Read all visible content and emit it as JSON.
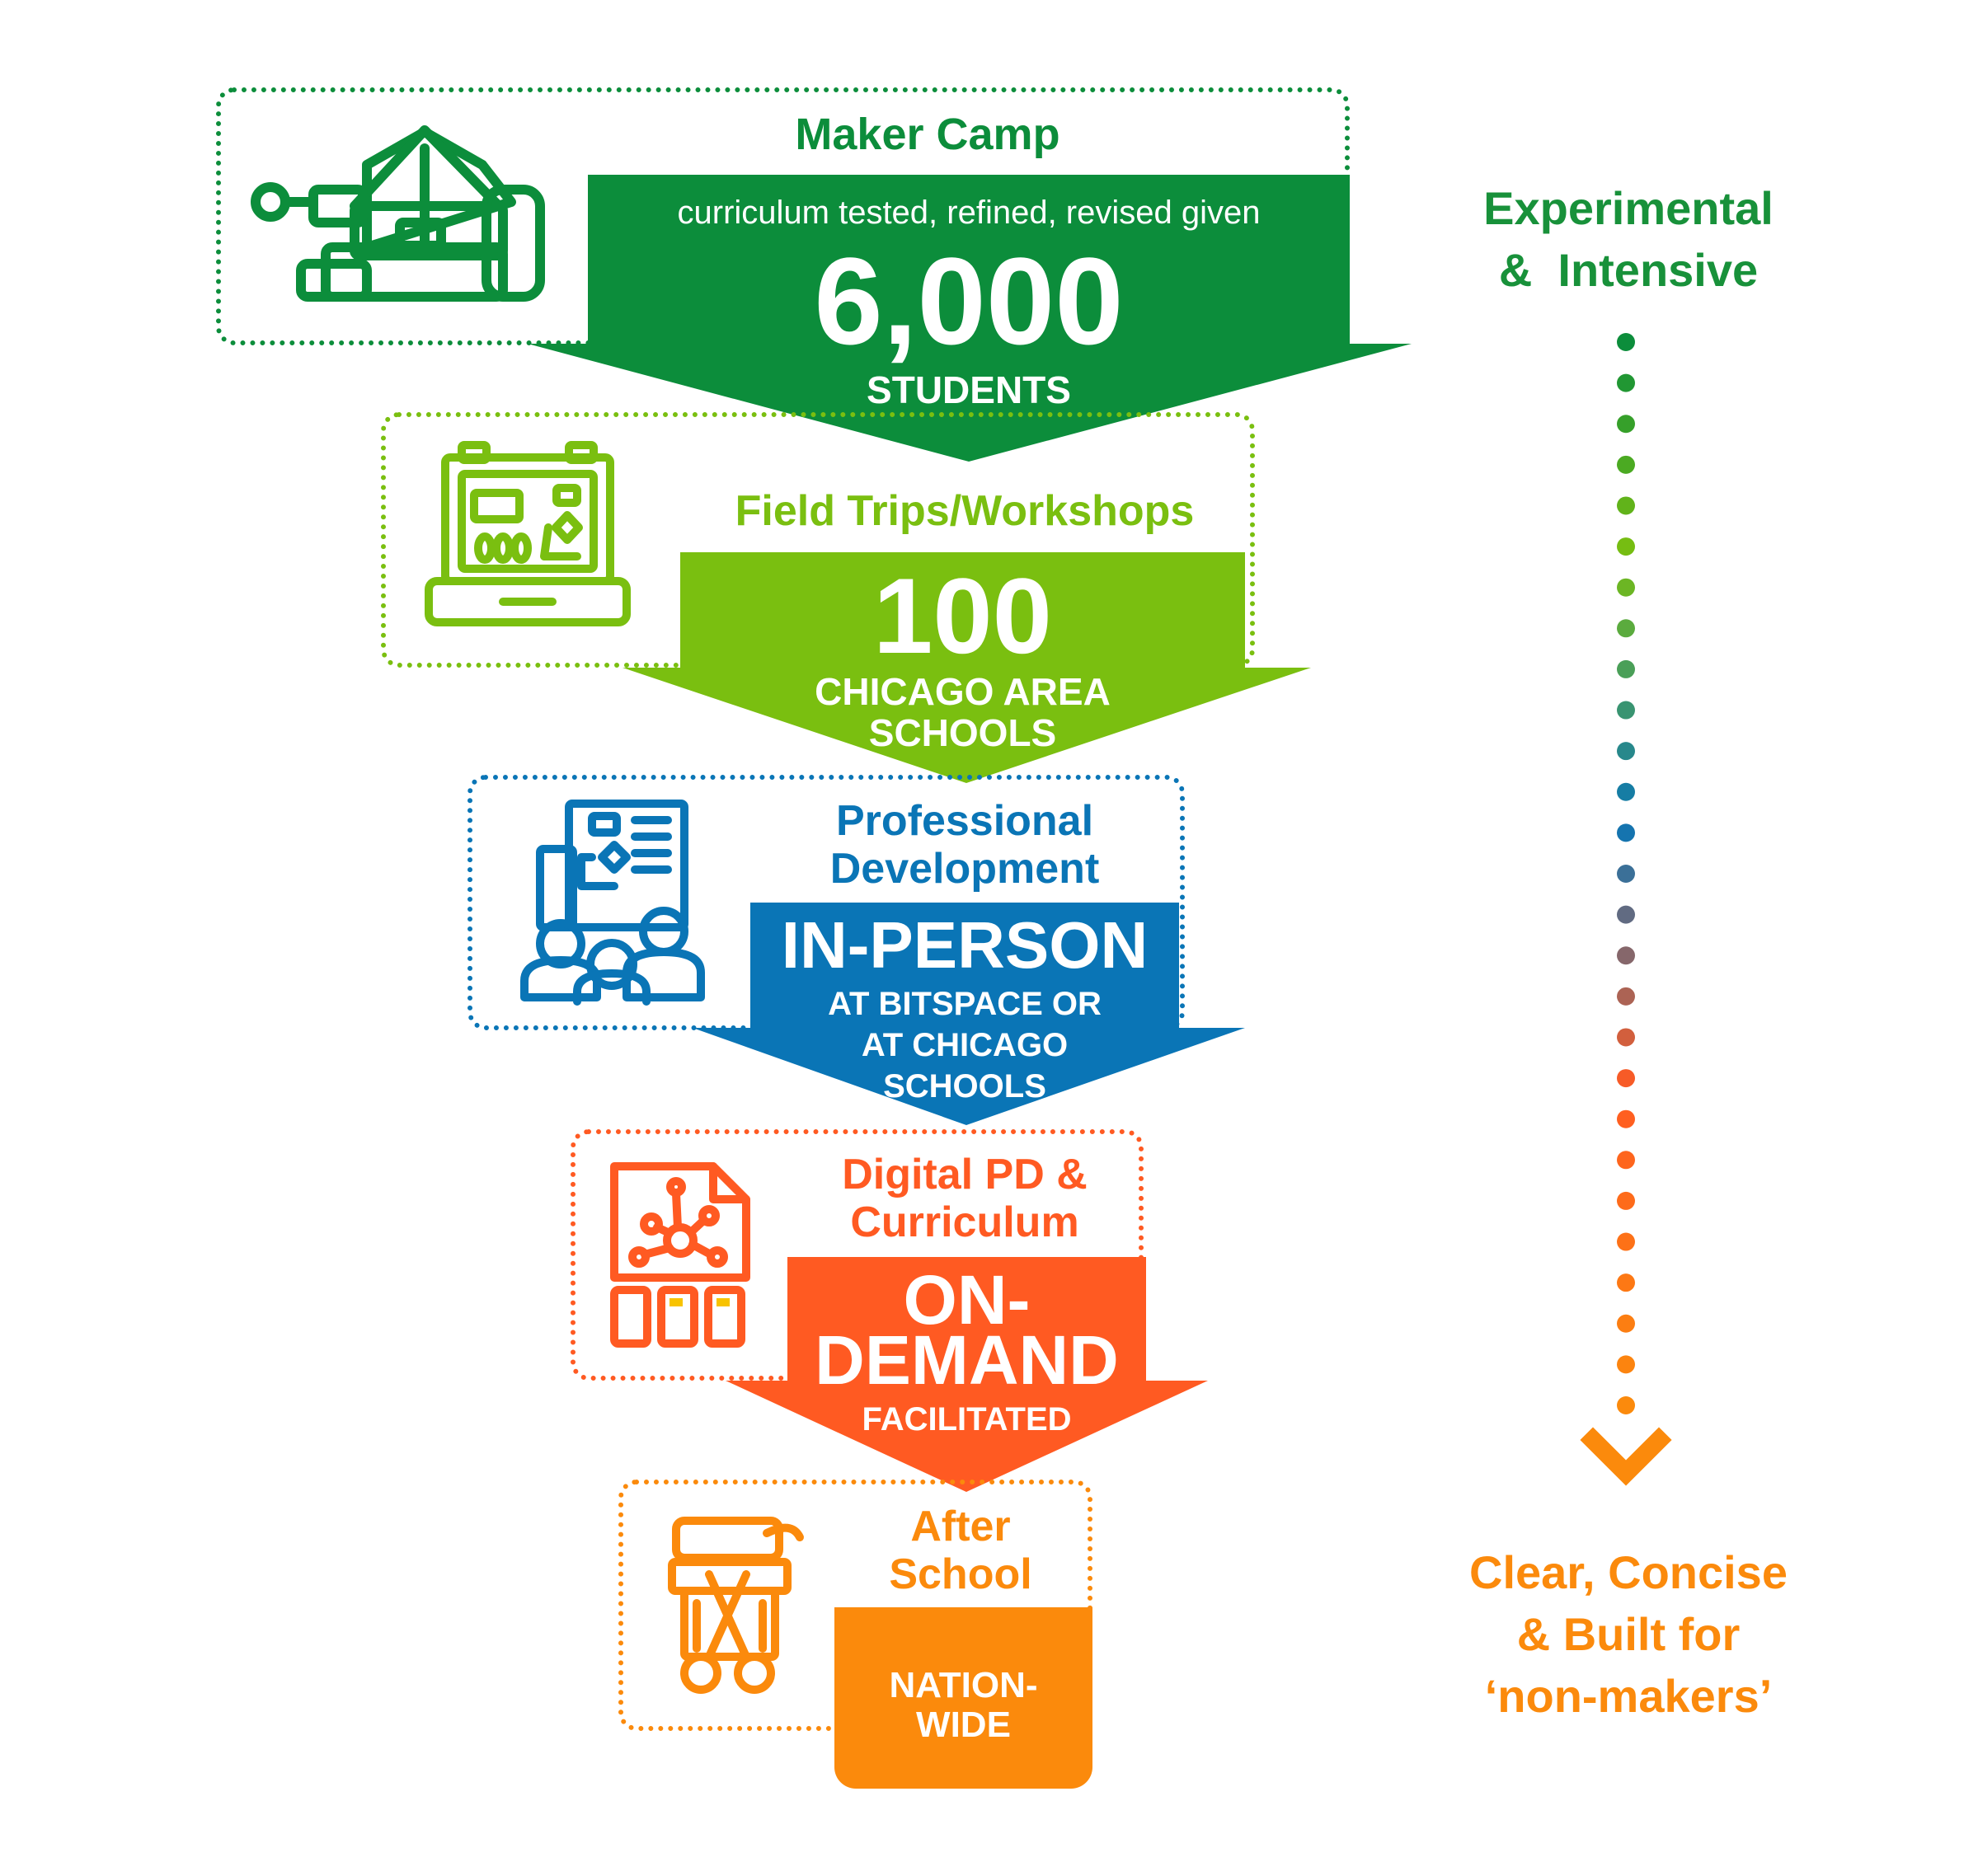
{
  "colors": {
    "green": "#0c8d3b",
    "lime": "#7abf10",
    "blue": "#0a75b6",
    "red": "#ff5a22",
    "orange": "#fb8a0c"
  },
  "stages": [
    {
      "title": "Maker Camp",
      "subtitle": "curriculum tested, refined, revised given",
      "big": "6,000",
      "caption": "STUDENTS",
      "icon": "3d-printer-icon"
    },
    {
      "title": "Field Trips/Workshops",
      "big": "100",
      "caption_line1": "CHICAGO AREA",
      "caption_line2": "SCHOOLS",
      "icon": "toolkit-case-icon"
    },
    {
      "title_line1": "Professional",
      "title_line2": "Development",
      "big": "IN-PERSON",
      "caption_line1": "AT BITSPACE OR",
      "caption_line2": "AT CHICAGO",
      "caption_line3": "SCHOOLS",
      "icon": "presentation-group-icon"
    },
    {
      "title_line1": "Digital PD &",
      "title_line2": "Curriculum",
      "big_line1": "ON-",
      "big_line2": "DEMAND",
      "caption": "FACILITATED",
      "icon": "digital-document-icon"
    },
    {
      "title_line1": "After",
      "title_line2": "School",
      "caption_line1": "NATION-",
      "caption_line2": "WIDE",
      "icon": "craft-supplies-icon"
    }
  ],
  "scale": {
    "top_line1": "Experimental",
    "top_line2": "&  Intensive",
    "bottom_line1": "Clear, Concise",
    "bottom_line2": "& Built for",
    "bottom_line3": "‘non-makers’"
  }
}
